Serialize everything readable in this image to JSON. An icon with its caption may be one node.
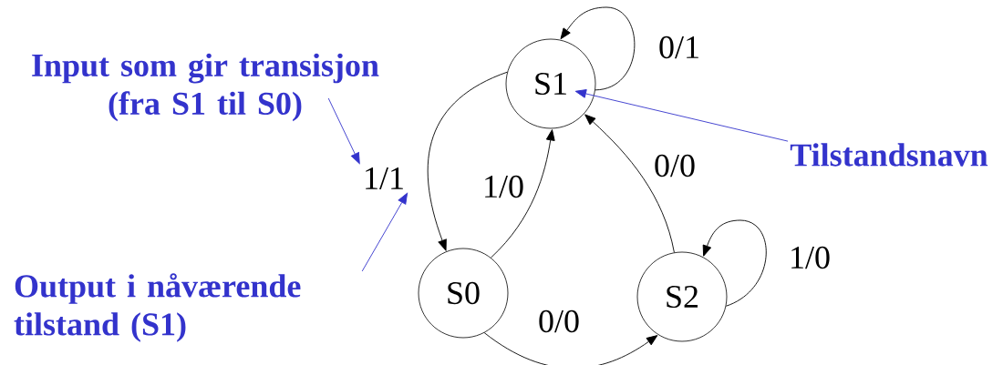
{
  "diagram": {
    "nodes": [
      {
        "text": [
          "S1"
        ]
      },
      {
        "text": [
          "S0"
        ]
      },
      {
        "text": [
          "S2"
        ]
      },
      {
        "text": [
          "Input som gir transisjon (fra S1 til S0)"
        ]
      },
      {
        "text": [
          "Output i nåværende tilstand (S1)"
        ]
      },
      {
        "text": [
          "Tilstandsnavn"
        ]
      },
      {
        "text": [
          "1/1"
        ]
      }
    ],
    "edges": [
      {
        "from": 0,
        "to": 0,
        "arrow": "to",
        "label": "0/1"
      },
      {
        "from": 0,
        "to": 1,
        "arrow": "to"
      },
      {
        "from": 1,
        "to": 0,
        "arrow": "to",
        "label": "1/0"
      },
      {
        "from": 2,
        "to": 0,
        "arrow": "to",
        "label": "0/0"
      },
      {
        "from": 2,
        "to": 2,
        "arrow": "to",
        "label": "1/0"
      },
      {
        "from": 1,
        "to": 2,
        "arrow": "to",
        "label": "0/0"
      },
      {
        "from": 3,
        "to": 6,
        "arrow": "to",
        "color": "#3333cc"
      },
      {
        "from": 4,
        "to": 6,
        "arrow": "to",
        "color": "#3333cc"
      },
      {
        "from": 5,
        "to": 0,
        "arrow": "to",
        "color": "#3333cc"
      }
    ]
  }
}
